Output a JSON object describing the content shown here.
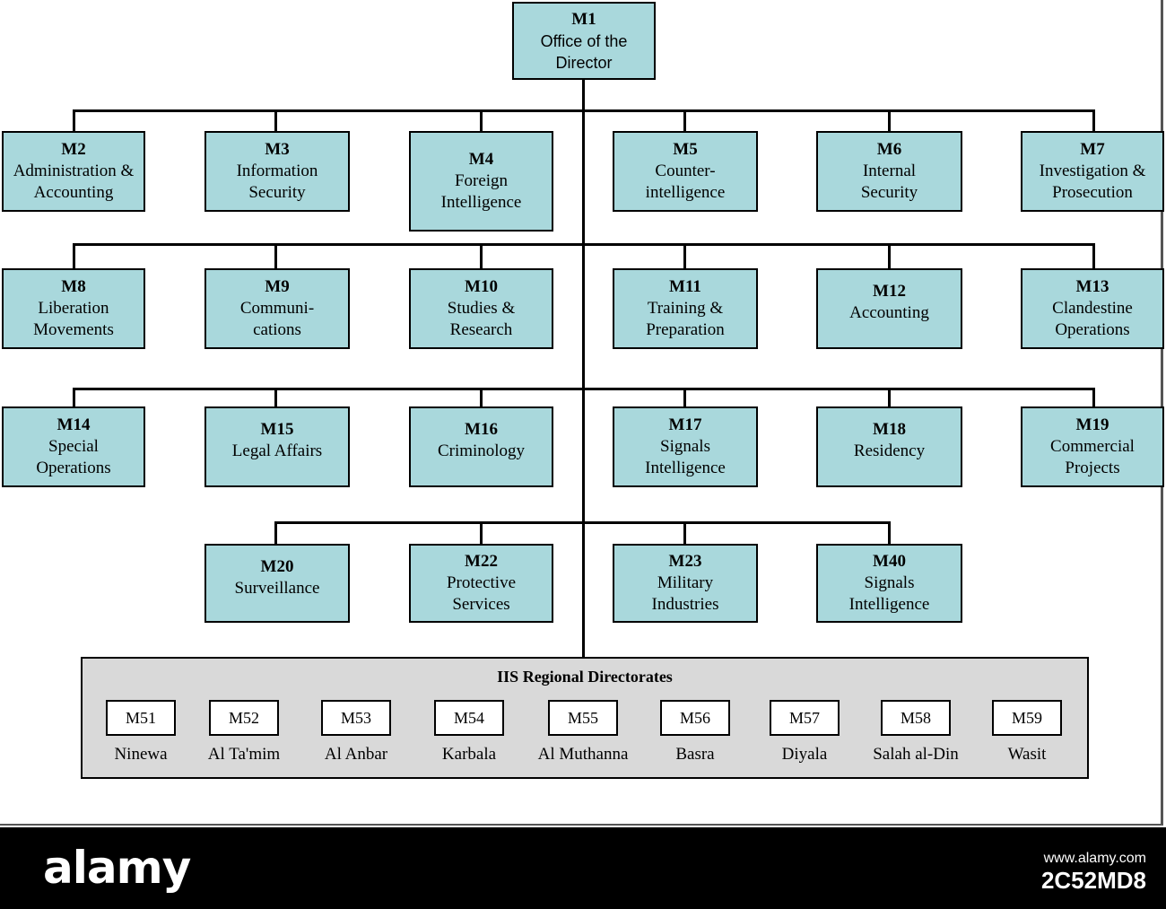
{
  "director": {
    "code": "M1",
    "name": "Office of the Director"
  },
  "rows": [
    [
      {
        "code": "M2",
        "name": "Administration & Accounting"
      },
      {
        "code": "M3",
        "name": "Information Security"
      },
      {
        "code": "M4",
        "name": "Foreign Intelligence"
      },
      {
        "code": "M5",
        "name": "Counter-intelligence"
      },
      {
        "code": "M6",
        "name": "Internal Security"
      },
      {
        "code": "M7",
        "name": "Investigation & Prosecution"
      }
    ],
    [
      {
        "code": "M8",
        "name": "Liberation Movements"
      },
      {
        "code": "M9",
        "name": "Communi-cations"
      },
      {
        "code": "M10",
        "name": "Studies & Research"
      },
      {
        "code": "M11",
        "name": "Training & Preparation"
      },
      {
        "code": "M12",
        "name": "Accounting"
      },
      {
        "code": "M13",
        "name": "Clandestine Operations"
      }
    ],
    [
      {
        "code": "M14",
        "name": "Special Operations"
      },
      {
        "code": "M15",
        "name": "Legal Affairs"
      },
      {
        "code": "M16",
        "name": "Criminology"
      },
      {
        "code": "M17",
        "name": "Signals Intelligence"
      },
      {
        "code": "M18",
        "name": "Residency"
      },
      {
        "code": "M19",
        "name": "Commercial Projects"
      }
    ],
    [
      {
        "code": "M20",
        "name": "Surveillance"
      },
      {
        "code": "M22",
        "name": "Protective Services"
      },
      {
        "code": "M23",
        "name": "Military Industries"
      },
      {
        "code": "M40",
        "name": "Signals Intelligence"
      }
    ]
  ],
  "regional": {
    "title": "IIS Regional Directorates",
    "items": [
      {
        "code": "M51",
        "name": "Ninewa"
      },
      {
        "code": "M52",
        "name": "Al Ta'mim"
      },
      {
        "code": "M53",
        "name": "Al Anbar"
      },
      {
        "code": "M54",
        "name": "Karbala"
      },
      {
        "code": "M55",
        "name": "Al Muthanna"
      },
      {
        "code": "M56",
        "name": "Basra"
      },
      {
        "code": "M57",
        "name": "Diyala"
      },
      {
        "code": "M58",
        "name": "Salah al-Din"
      },
      {
        "code": "M59",
        "name": "Wasit"
      }
    ]
  },
  "footer": {
    "brand": "alamy",
    "url": "www.alamy.com",
    "image_id": "2C52MD8"
  },
  "colors": {
    "box_fill": "#a9d8dc",
    "regional_fill": "#d9d9d9",
    "footer_bg": "#000000"
  }
}
